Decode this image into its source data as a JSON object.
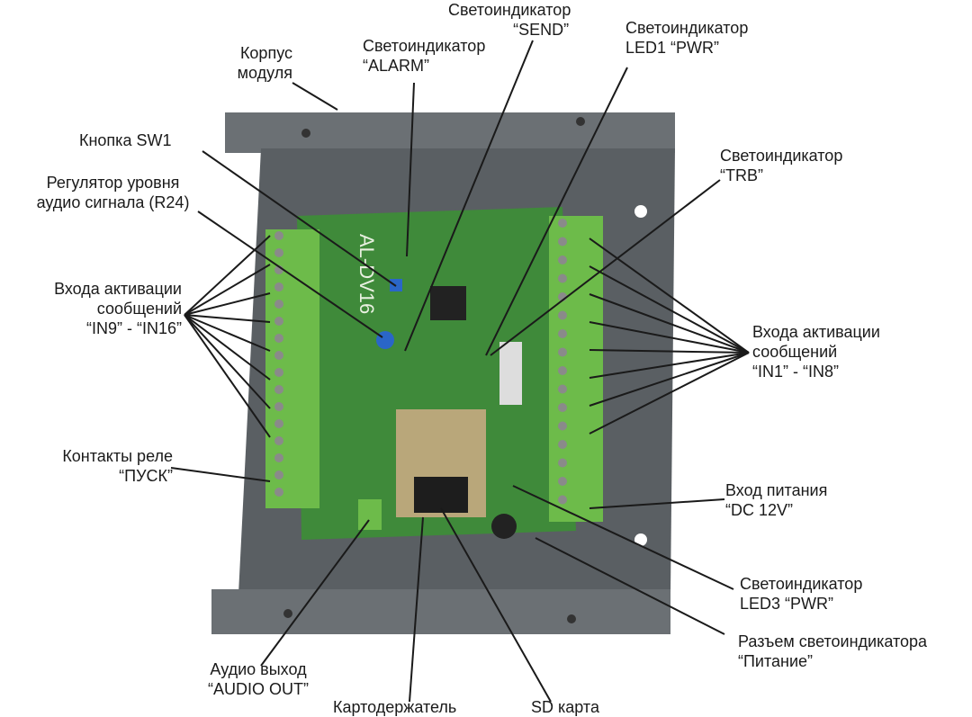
{
  "labels": {
    "send": {
      "l1": "Светоиндикатор",
      "l2": "“SEND”"
    },
    "led1": {
      "l1": "Светоиндикатор",
      "l2": "LED1 “PWR”"
    },
    "alarm": {
      "l1": "Светоиндикатор",
      "l2": "“ALARM”"
    },
    "case": {
      "l1": "Корпус",
      "l2": "модуля"
    },
    "sw1": {
      "l1": "Кнопка SW1"
    },
    "trb": {
      "l1": "Светоиндикатор",
      "l2": "“TRB”"
    },
    "r24": {
      "l1": "Регулятор уровня",
      "l2": "аудио сигнала (R24)"
    },
    "in9": {
      "l1": "Входа активации",
      "l2": "сообщений",
      "l3": "“IN9” - “IN16”"
    },
    "in1": {
      "l1": "Входа активации",
      "l2": "сообщений",
      "l3": "“IN1” - “IN8”"
    },
    "relay": {
      "l1": "Контакты реле",
      "l2": "“ПУСК”"
    },
    "power": {
      "l1": "Вход питания",
      "l2": "“DC 12V”"
    },
    "led3": {
      "l1": "Светоиндикатор",
      "l2": "LED3 “PWR”"
    },
    "conn": {
      "l1": "Разъем светоиндикатора",
      "l2": "“Питание”"
    },
    "audio": {
      "l1": "Аудио выход",
      "l2": "“AUDIO OUT”"
    },
    "holder": {
      "l1": "Картодержатель"
    },
    "sd": {
      "l1": "SD карта"
    }
  },
  "board": {
    "model": "AL-DV16"
  },
  "colors": {
    "case": "#5f6468",
    "board": "#3f8a3a",
    "terminal": "#6dbb4a",
    "line": "#1a1a1a"
  }
}
